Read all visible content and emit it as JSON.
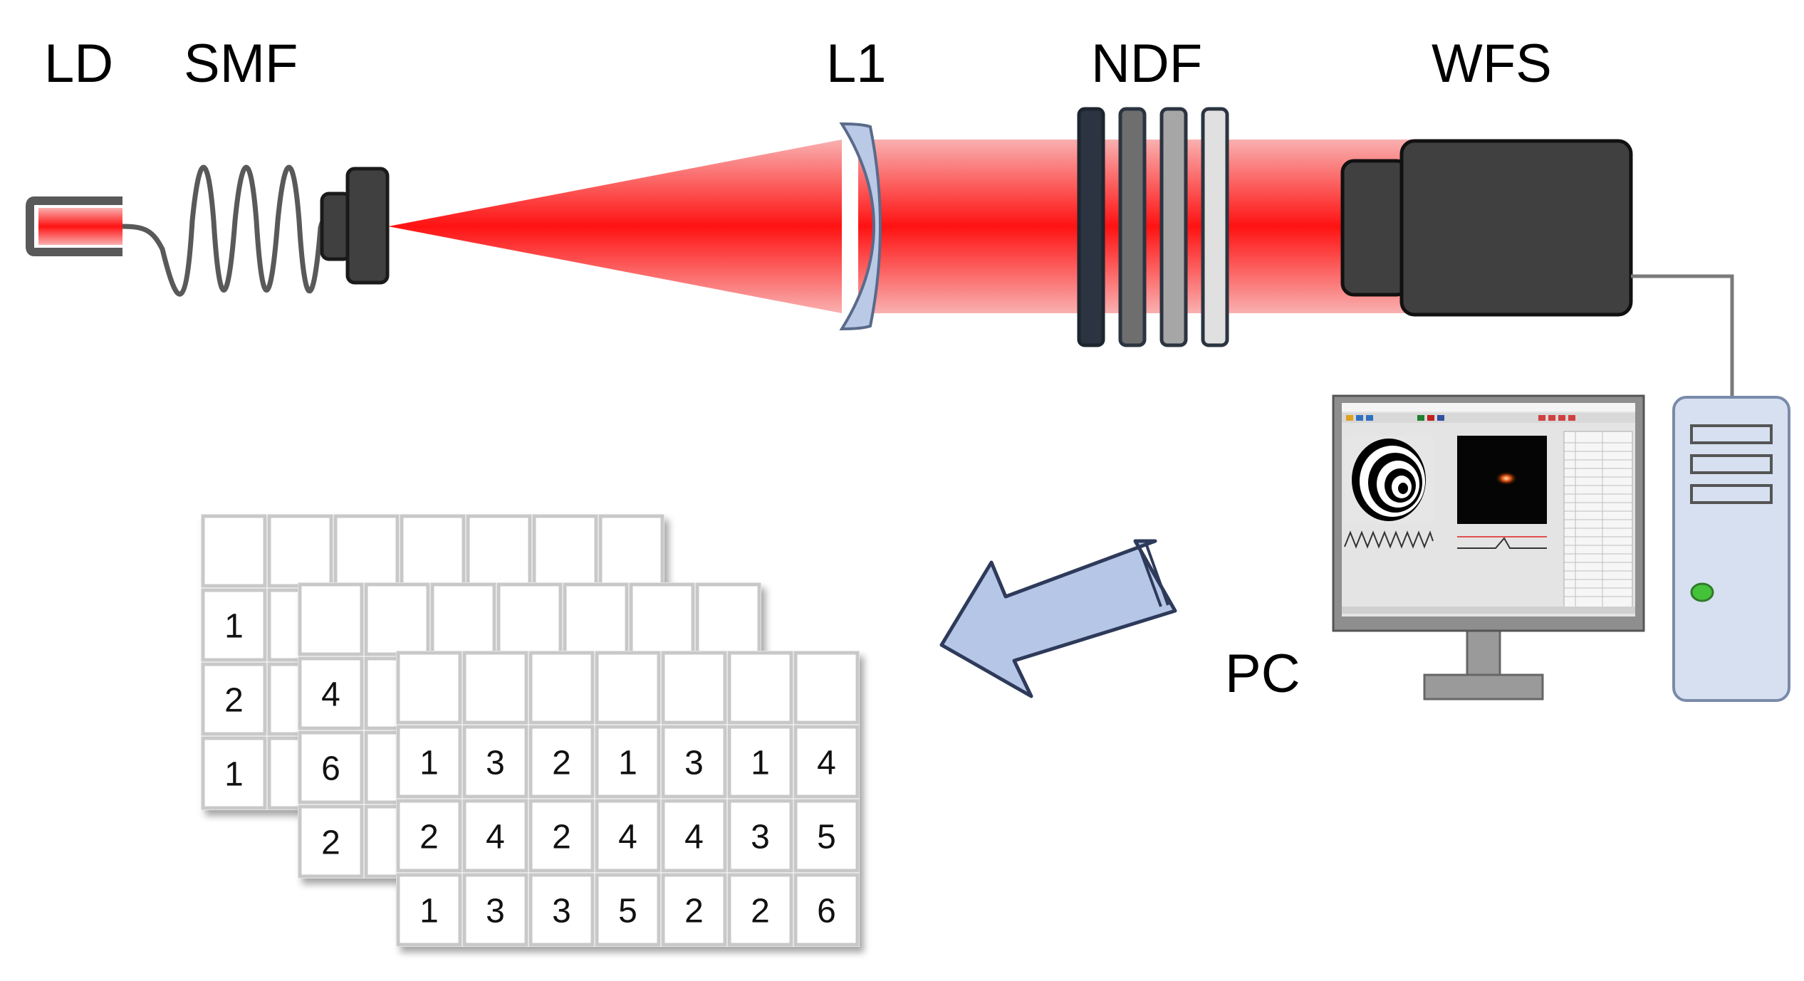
{
  "labels": {
    "ld": "LD",
    "smf": "SMF",
    "l1": "L1",
    "ndf": "NDF",
    "wfs": "WFS",
    "pc": "PC"
  },
  "colors": {
    "beam": "#ff1a1a",
    "beam_light": "#f9a8a8",
    "lens": "#b9c9e6",
    "arrow": "#b6c6e6",
    "device_dark": "#404040",
    "filters": [
      "#2b3440",
      "#6e6e6e",
      "#a6a6a6",
      "#e0e0e0"
    ],
    "led": "#44c23a"
  },
  "icons": {
    "laser": "laser-diode-icon",
    "fiber": "coiled-fiber-icon",
    "collimator": "fiber-collimator-icon",
    "sensor": "wavefront-sensor-icon",
    "monitor": "monitor-icon",
    "tower": "computer-tower-icon",
    "arrow": "data-transfer-arrow-icon"
  },
  "tables": [
    {
      "name": "back",
      "rows": [
        [
          "",
          "",
          "",
          "",
          "",
          "",
          ""
        ],
        [
          "1"
        ],
        [
          "2"
        ],
        [
          "1"
        ]
      ]
    },
    {
      "name": "middle",
      "rows": [
        [
          "",
          "",
          "",
          "",
          "",
          "",
          ""
        ],
        [
          "4"
        ],
        [
          "6"
        ],
        [
          "2"
        ]
      ]
    },
    {
      "name": "front",
      "rows": [
        [
          "",
          "",
          "",
          "",
          "",
          "",
          ""
        ],
        [
          "1",
          "3",
          "2",
          "1",
          "3",
          "1",
          "4"
        ],
        [
          "2",
          "4",
          "2",
          "4",
          "4",
          "3",
          "5"
        ],
        [
          "1",
          "3",
          "3",
          "5",
          "2",
          "2",
          "6"
        ]
      ]
    }
  ]
}
